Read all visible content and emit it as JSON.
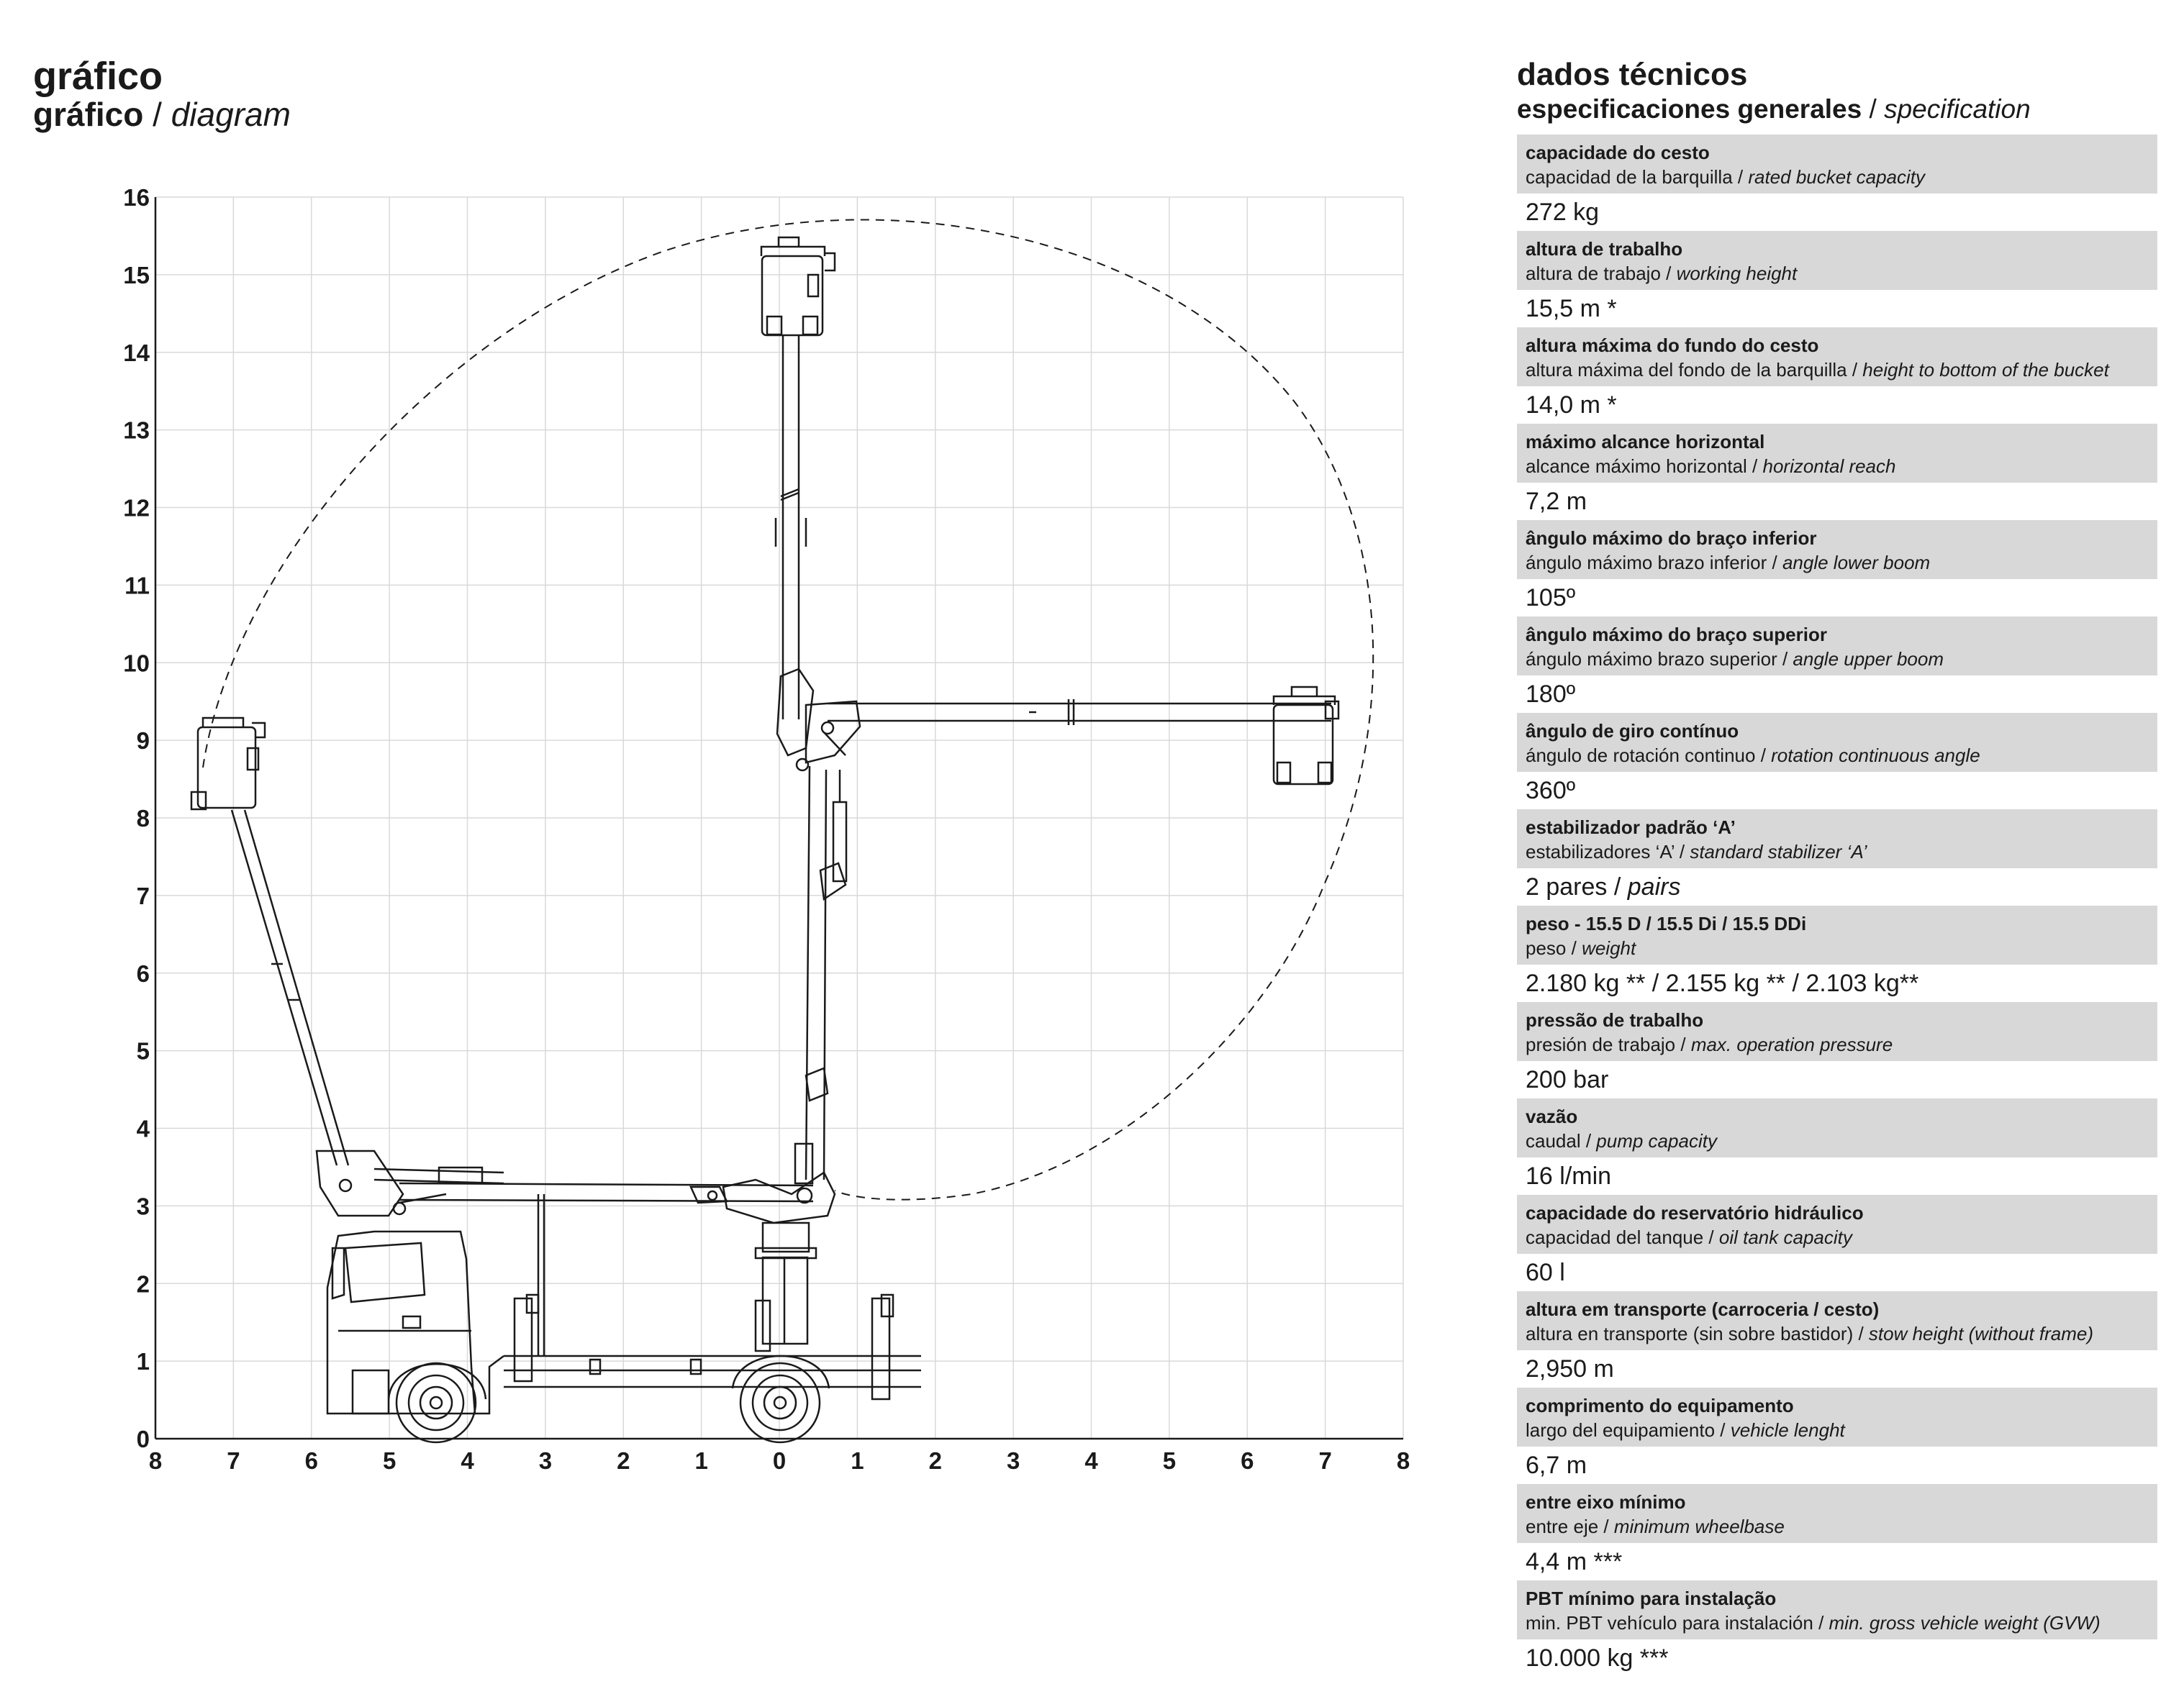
{
  "diagram": {
    "title": "gráfico",
    "subtitle_pt": "gráfico",
    "subtitle_en": "diagram",
    "y_ticks": [
      "0",
      "1",
      "2",
      "3",
      "4",
      "5",
      "6",
      "7",
      "8",
      "9",
      "10",
      "11",
      "12",
      "13",
      "14",
      "15",
      "16"
    ],
    "x_ticks": [
      "8",
      "7",
      "6",
      "5",
      "4",
      "3",
      "2",
      "1",
      "0",
      "1",
      "2",
      "3",
      "4",
      "5",
      "6",
      "7",
      "8"
    ],
    "line_color": "#1a1a1a",
    "grid_color": "#d9d9d9"
  },
  "specs": {
    "title": "dados técnicos",
    "subtitle_es": "especificaciones generales",
    "subtitle_en": "specification",
    "items": [
      {
        "pt": "capacidade do cesto",
        "es": "capacidad de la barquilla",
        "en": "rated bucket capacity",
        "value": "272 kg"
      },
      {
        "pt": "altura de trabalho",
        "es": "altura de trabajo",
        "en": "working height",
        "value": "15,5 m *"
      },
      {
        "pt": "altura máxima do fundo do cesto",
        "es": "altura máxima del fondo de la barquilla",
        "en": "height to bottom of the bucket",
        "value": "14,0 m *"
      },
      {
        "pt": "máximo alcance horizontal",
        "es": "alcance máximo horizontal",
        "en": "horizontal reach",
        "value": "7,2 m"
      },
      {
        "pt": "ângulo máximo do braço inferior",
        "es": "ángulo máximo brazo inferior",
        "en": "angle lower boom",
        "value": "105º"
      },
      {
        "pt": "ângulo máximo do braço superior",
        "es": "ángulo máximo brazo superior",
        "en": "angle upper boom",
        "value": "180º"
      },
      {
        "pt": "ângulo de giro contínuo",
        "es": "ángulo de rotación continuo",
        "en": "rotation continuous angle",
        "value": "360º"
      },
      {
        "pt": "estabilizador padrão ‘A’",
        "es": "estabilizadores ‘A’",
        "en": "standard stabilizer ‘A’",
        "value": "2 pares",
        "value_en": "pairs"
      },
      {
        "pt": "peso - 15.5 D / 15.5 Di / 15.5 DDi",
        "es": "peso",
        "en": "weight",
        "value": "2.180 kg ** / 2.155 kg ** / 2.103 kg**"
      },
      {
        "pt": "pressão de trabalho",
        "es": "presión de trabajo",
        "en": "max. operation pressure",
        "value": "200 bar"
      },
      {
        "pt": "vazão",
        "es": "caudal",
        "en": "pump capacity",
        "value": "16 l/min"
      },
      {
        "pt": "capacidade do reservatório hidráulico",
        "es": "capacidad del tanque",
        "en": "oil tank capacity",
        "value": "60 l"
      },
      {
        "pt": "altura em transporte (carroceria / cesto)",
        "es": "altura en transporte (sin sobre bastidor)",
        "en": "stow height (without frame)",
        "value": "2,950 m"
      },
      {
        "pt": "comprimento do equipamento",
        "es": "largo del equipamiento",
        "en": "vehicle lenght",
        "value": "6,7 m"
      },
      {
        "pt": "entre eixo mínimo",
        "es": "entre eje",
        "en": "minimum wheelbase",
        "value": "4,4 m ***"
      },
      {
        "pt": "PBT mínimo para instalação",
        "es": "min. PBT vehículo para instalación",
        "en": "min. gross vehicle weight (GVW)",
        "value": "10.000 kg ***"
      }
    ]
  }
}
